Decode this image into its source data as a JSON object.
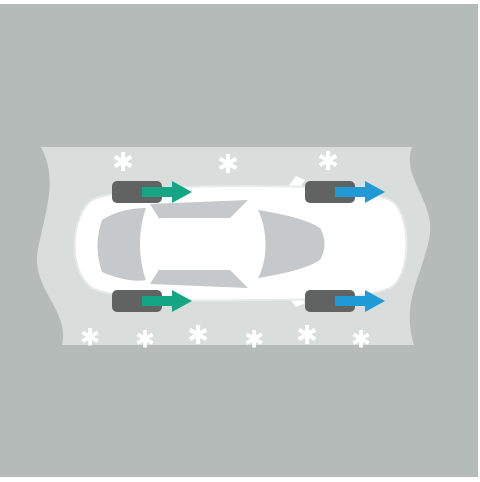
{
  "illustration": {
    "subject": "car-on-snowy-road-top-view",
    "colors": {
      "background": "#b4bbb9",
      "road": "#d9dedd",
      "car_body": "#ffffff",
      "car_glass": "#c5c9cb",
      "car_outline": "#e7eaea",
      "tire": "#616262",
      "front_arrow": "#1f9ad6",
      "rear_arrow": "#14a582",
      "snowflake": "#ffffff"
    },
    "wheels": [
      {
        "position": "rear-top",
        "arrow_color": "rear_arrow"
      },
      {
        "position": "rear-bottom",
        "arrow_color": "rear_arrow"
      },
      {
        "position": "front-top",
        "arrow_color": "front_arrow"
      },
      {
        "position": "front-bottom",
        "arrow_color": "front_arrow"
      }
    ],
    "snowflake_glyph": "✱",
    "snowflake_count": 9
  }
}
